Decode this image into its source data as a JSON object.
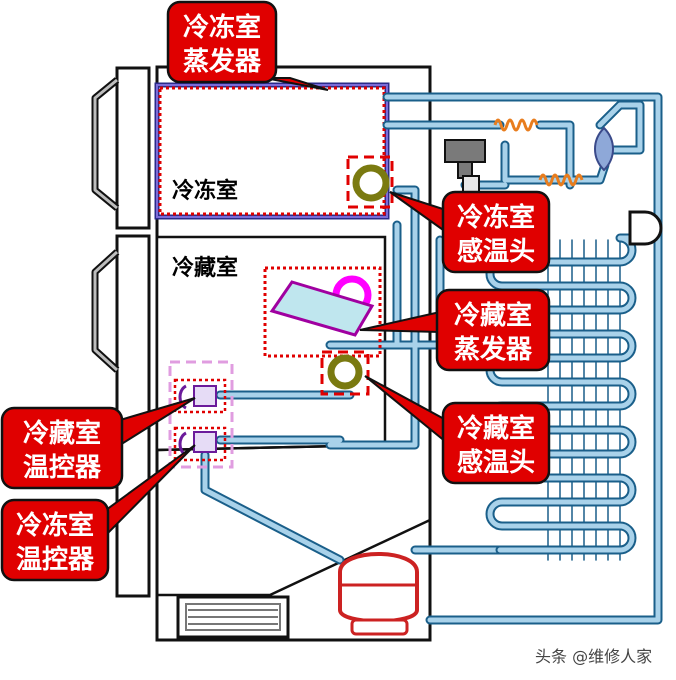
{
  "diagram": {
    "rooms": {
      "freezer": "冷冻室",
      "fridge": "冷藏室"
    },
    "callouts": {
      "freezer_evaporator": [
        "冷冻室",
        "蒸发器"
      ],
      "freezer_sensor": [
        "冷冻室",
        "感温头"
      ],
      "fridge_evaporator": [
        "冷藏室",
        "蒸发器"
      ],
      "fridge_sensor": [
        "冷藏室",
        "感温头"
      ],
      "fridge_thermostat": [
        "冷藏室",
        "温控器"
      ],
      "freezer_thermostat": [
        "冷冻室",
        "温控器"
      ]
    },
    "watermark": "头条 @维修人家"
  },
  "colors": {
    "pipe": "#a9d2ea",
    "pipe_outline": "#1a5f8a",
    "callout_fill": "#e00000",
    "highlight": "#e00000",
    "thermo_dash": "#e09de0",
    "evaporator_fill": "#bfe6ee",
    "magenta": "#ff00ff",
    "sensor_ring": "#7a7a10",
    "coil": "#e87d1e",
    "compressor": "#cc2222",
    "freezer_frame": "#5a4fcf"
  }
}
